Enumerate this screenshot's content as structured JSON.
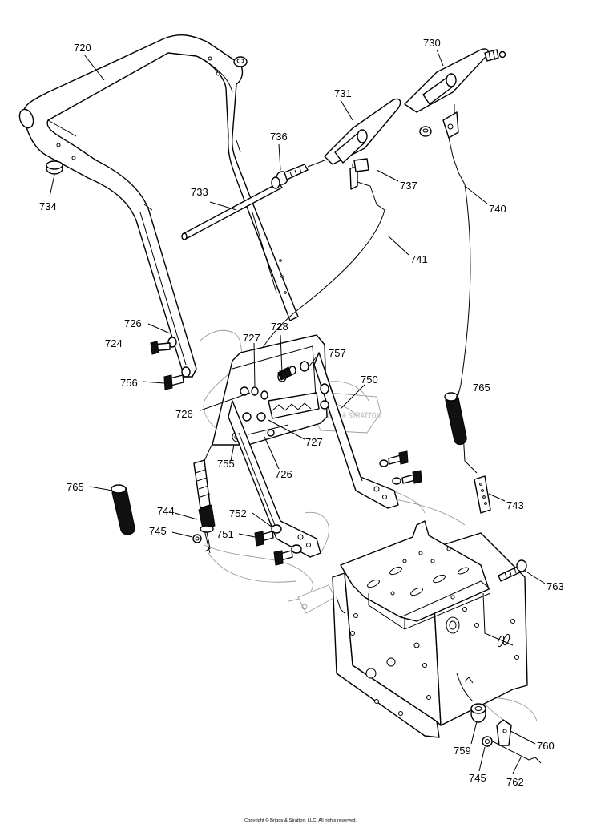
{
  "diagram": {
    "labels": [
      {
        "id": "720",
        "text": "720"
      },
      {
        "id": "730",
        "text": "730"
      },
      {
        "id": "731",
        "text": "731"
      },
      {
        "id": "734",
        "text": "734"
      },
      {
        "id": "736",
        "text": "736"
      },
      {
        "id": "737",
        "text": "737"
      },
      {
        "id": "733",
        "text": "733"
      },
      {
        "id": "740",
        "text": "740"
      },
      {
        "id": "741",
        "text": "741"
      },
      {
        "id": "726a",
        "text": "726"
      },
      {
        "id": "728",
        "text": "728"
      },
      {
        "id": "727a",
        "text": "727"
      },
      {
        "id": "724",
        "text": "724"
      },
      {
        "id": "757",
        "text": "757"
      },
      {
        "id": "756",
        "text": "756"
      },
      {
        "id": "750",
        "text": "750"
      },
      {
        "id": "765a",
        "text": "765"
      },
      {
        "id": "726b",
        "text": "726"
      },
      {
        "id": "727b",
        "text": "727"
      },
      {
        "id": "755",
        "text": "755"
      },
      {
        "id": "726c",
        "text": "726"
      },
      {
        "id": "765b",
        "text": "765"
      },
      {
        "id": "743",
        "text": "743"
      },
      {
        "id": "744",
        "text": "744"
      },
      {
        "id": "752",
        "text": "752"
      },
      {
        "id": "745a",
        "text": "745"
      },
      {
        "id": "751",
        "text": "751"
      },
      {
        "id": "763",
        "text": "763"
      },
      {
        "id": "759",
        "text": "759"
      },
      {
        "id": "760",
        "text": "760"
      },
      {
        "id": "745b",
        "text": "745"
      },
      {
        "id": "762",
        "text": "762"
      }
    ],
    "watermark": "BRIGGS & STRATTON",
    "copyright": "Copyright © Briggs & Stratton, LLC. All rights reserved."
  }
}
